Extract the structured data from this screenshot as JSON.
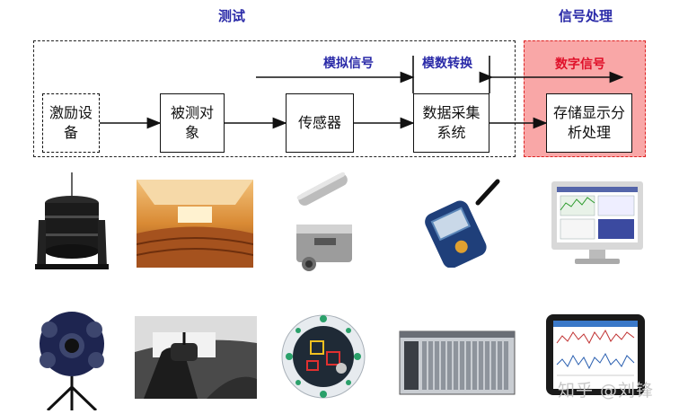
{
  "headers": {
    "test": "测试",
    "signal_processing": "信号处理"
  },
  "signals": {
    "analog": "模拟信号",
    "ad_conversion": "模数转换",
    "digital": "数字信号"
  },
  "boxes": {
    "excitation": "激励设备",
    "object": "被测对象",
    "sensor": "传感器",
    "daq": "数据采集系统",
    "processing": "存储显示分析处理"
  },
  "watermark": "知乎 @刘锋",
  "colors": {
    "header_blue": "#2a2aa8",
    "digital_red": "#e0102a",
    "processing_fill": "#f9a7a7"
  }
}
